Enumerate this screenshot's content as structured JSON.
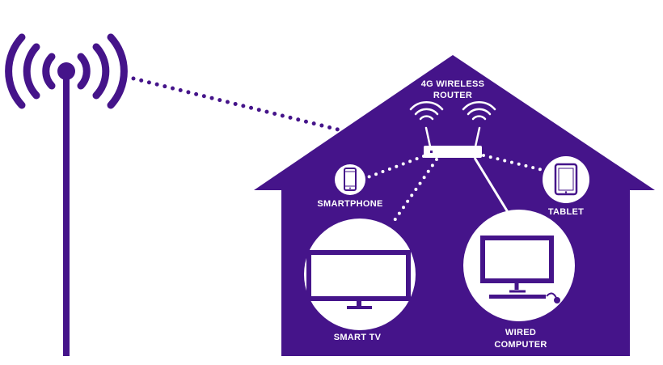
{
  "colors": {
    "purple": "#45148a",
    "white": "#ffffff"
  },
  "labels": {
    "router_line1": "4G WIRELESS",
    "router_line2": "ROUTER",
    "smartphone": "SMARTPHONE",
    "tablet": "TABLET",
    "smart_tv": "SMART TV",
    "wired_line1": "WIRED",
    "wired_line2": "COMPUTER"
  },
  "icons": {
    "tower": "cell-tower-icon",
    "router": "wireless-router-icon",
    "smartphone": "smartphone-icon",
    "tablet": "tablet-icon",
    "tv": "tv-icon",
    "computer": "desktop-computer-icon"
  }
}
